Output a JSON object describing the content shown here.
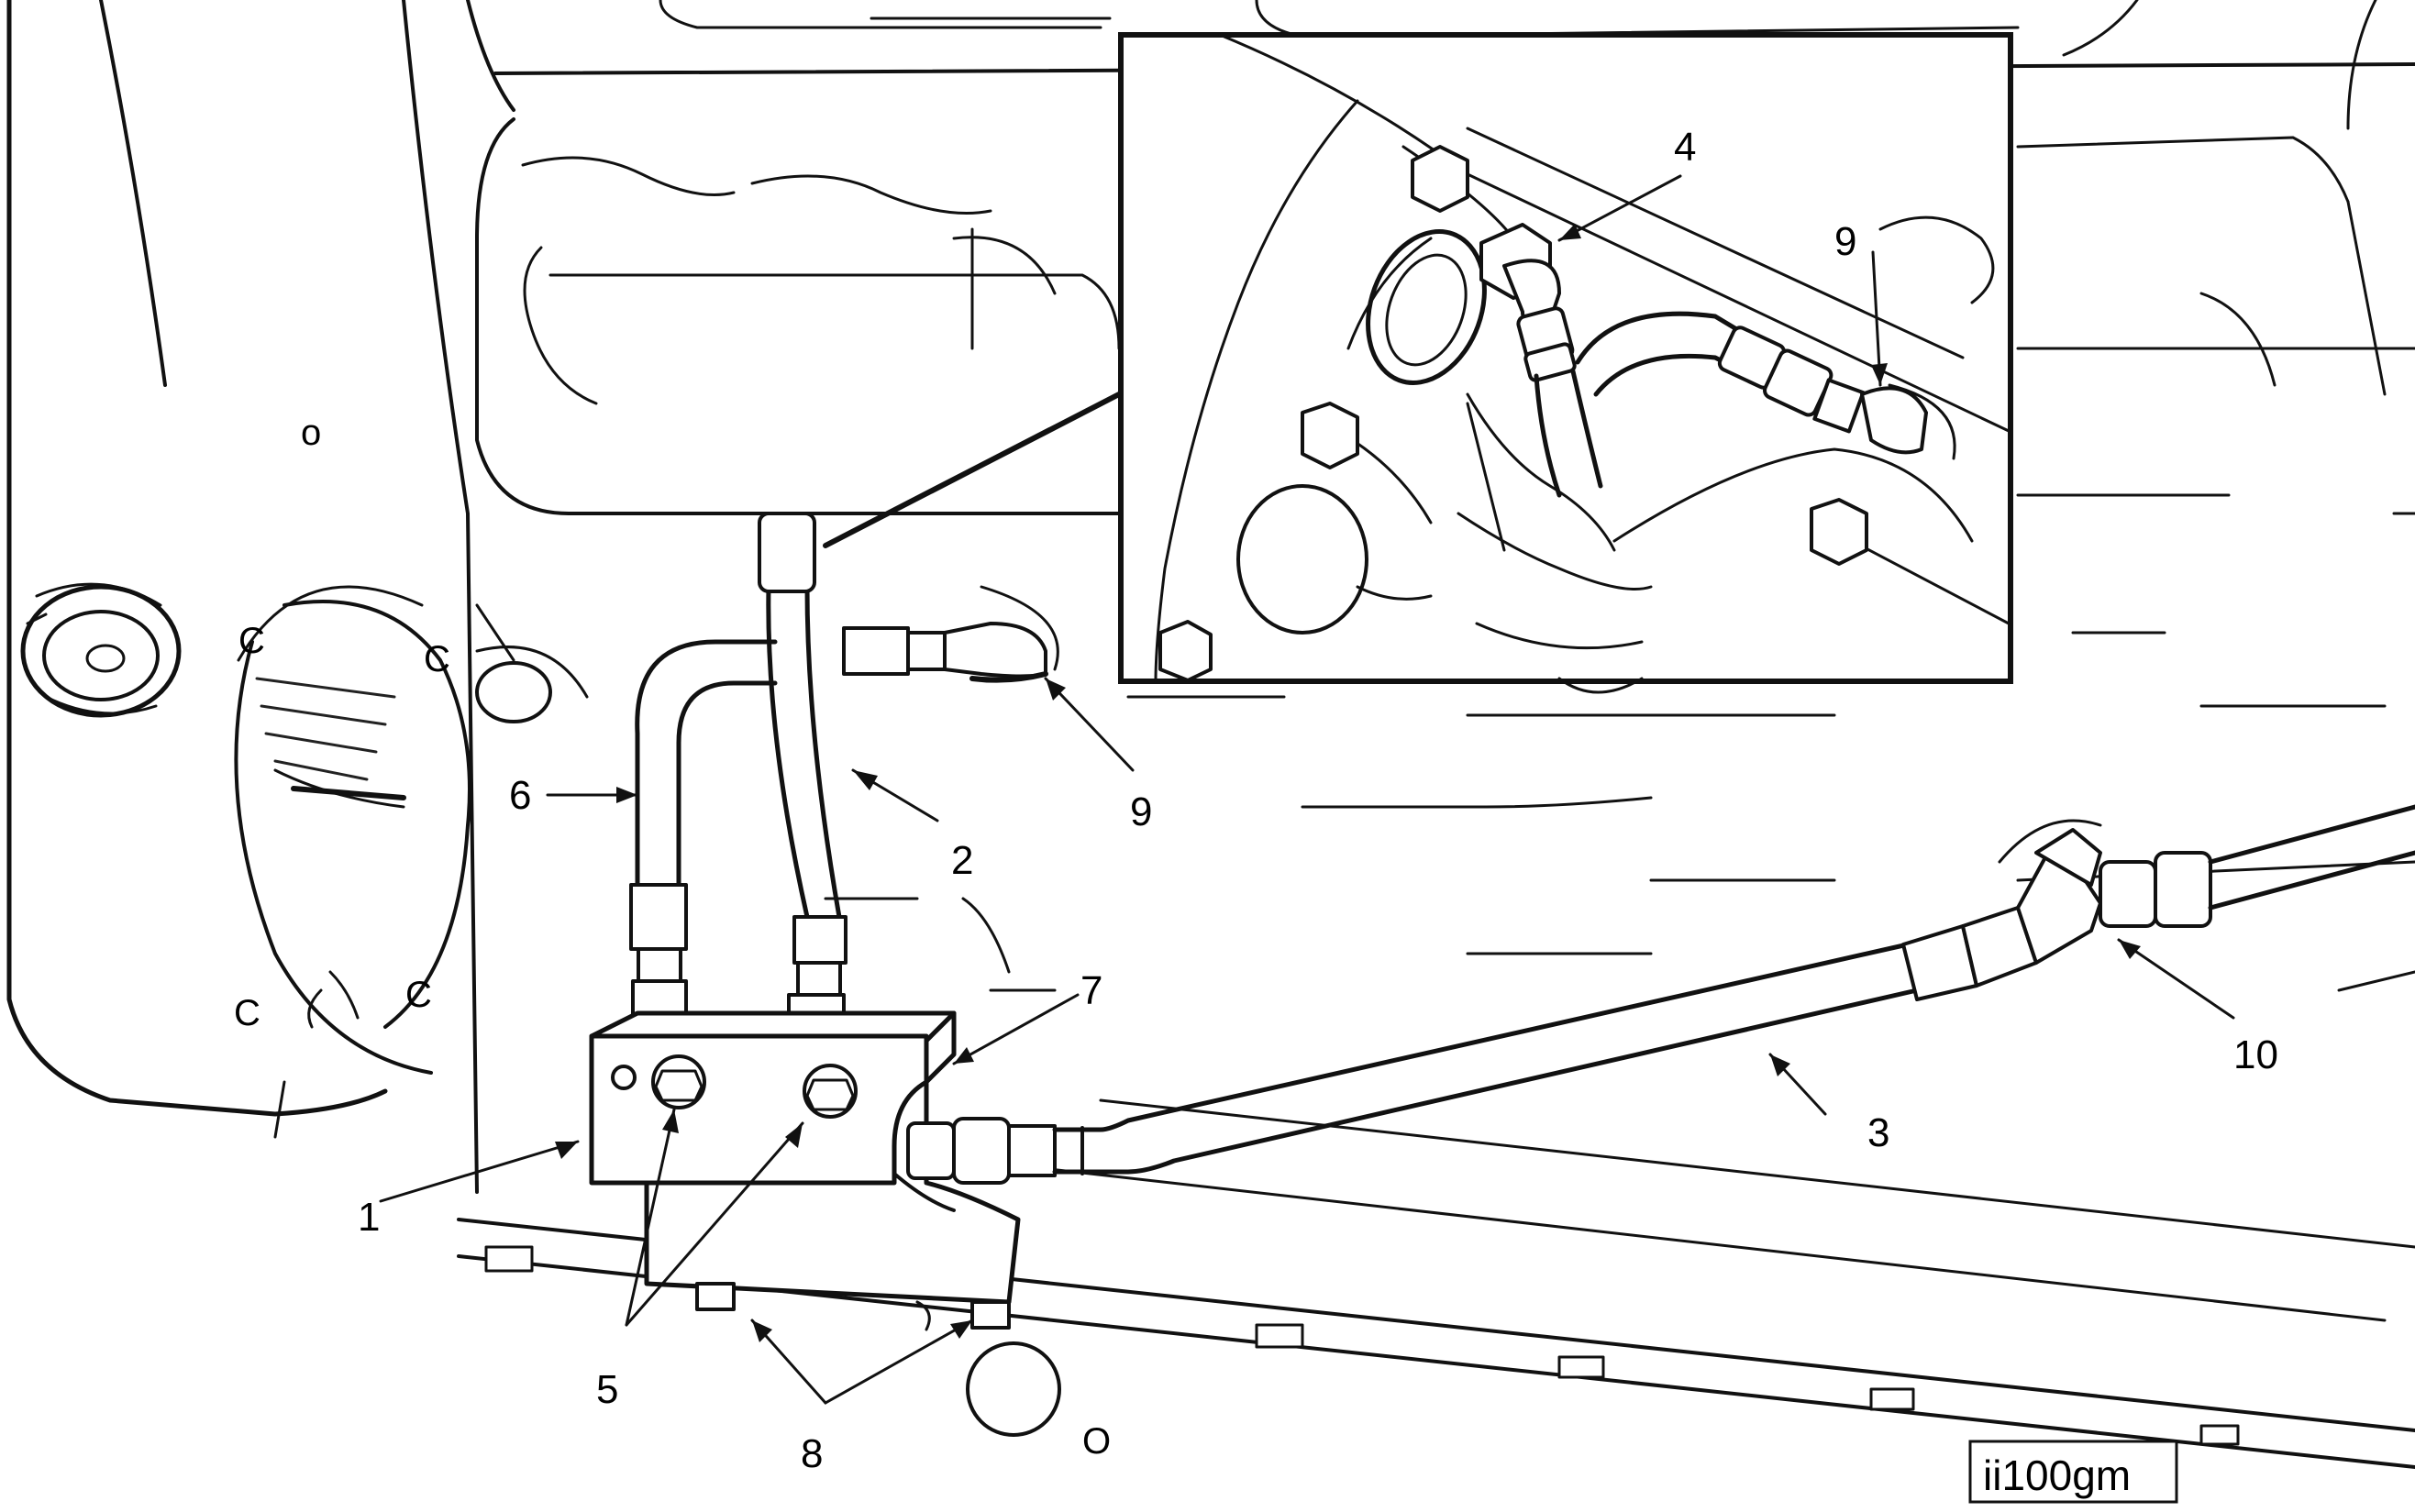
{
  "figure": {
    "figure_id": "ii100gm",
    "callouts": {
      "c1": "1",
      "c2": "2",
      "c3": "3",
      "c4": "4",
      "c5": "5",
      "c6": "6",
      "c7": "7",
      "c8": "8",
      "c9a": "9",
      "c9b": "9",
      "c10": "10"
    },
    "marks": {
      "o1": "o",
      "o2": "O",
      "c_a": "C",
      "c_b": "C",
      "c_c": "C",
      "c_d": "C"
    }
  }
}
